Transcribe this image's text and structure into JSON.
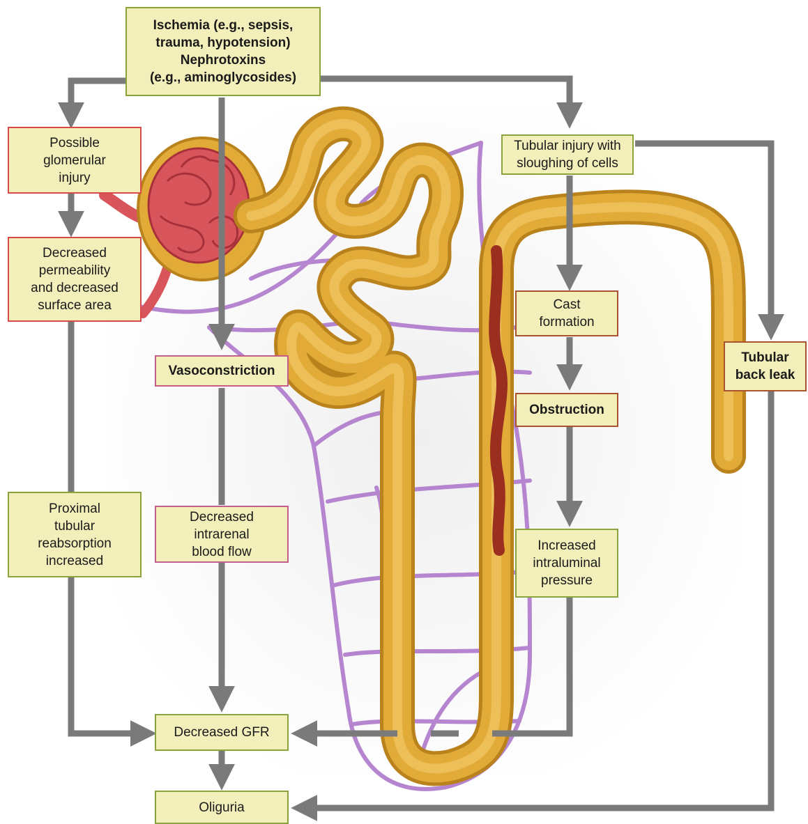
{
  "colors": {
    "arrow": "#7a7a7a",
    "box_fill": "#f3efbb",
    "border_green": "#8ba33c",
    "border_red": "#d84a4a",
    "border_pink": "#c65c8c",
    "border_brown": "#a9532e",
    "tubule": "#e2ab38",
    "tubule_dark": "#b9821c",
    "glomerulus": "#d9555c",
    "capillary": "#b685cf",
    "cast": "#9a2f1f"
  },
  "boxes": {
    "cause": "Ischemia (e.g., sepsis,\ntrauma, hypotension)\nNephrotoxins\n(e.g., aminoglycosides)",
    "glomerular": "Possible\nglomerular\ninjury",
    "permeability": "Decreased\npermeability\nand decreased\nsurface area",
    "proximal": "Proximal\ntubular\nreabsorption\nincreased",
    "vasoconstriction": "Vasoconstriction",
    "blood_flow": "Decreased\nintrarenal\nblood flow",
    "tubular_injury": "Tubular injury with\nsloughing of cells",
    "cast": "Cast\nformation",
    "obstruction": "Obstruction",
    "pressure": "Increased\nintraluminal\npressure",
    "back_leak": "Tubular\nback leak",
    "gfr": "Decreased GFR",
    "oliguria": "Oliguria"
  }
}
